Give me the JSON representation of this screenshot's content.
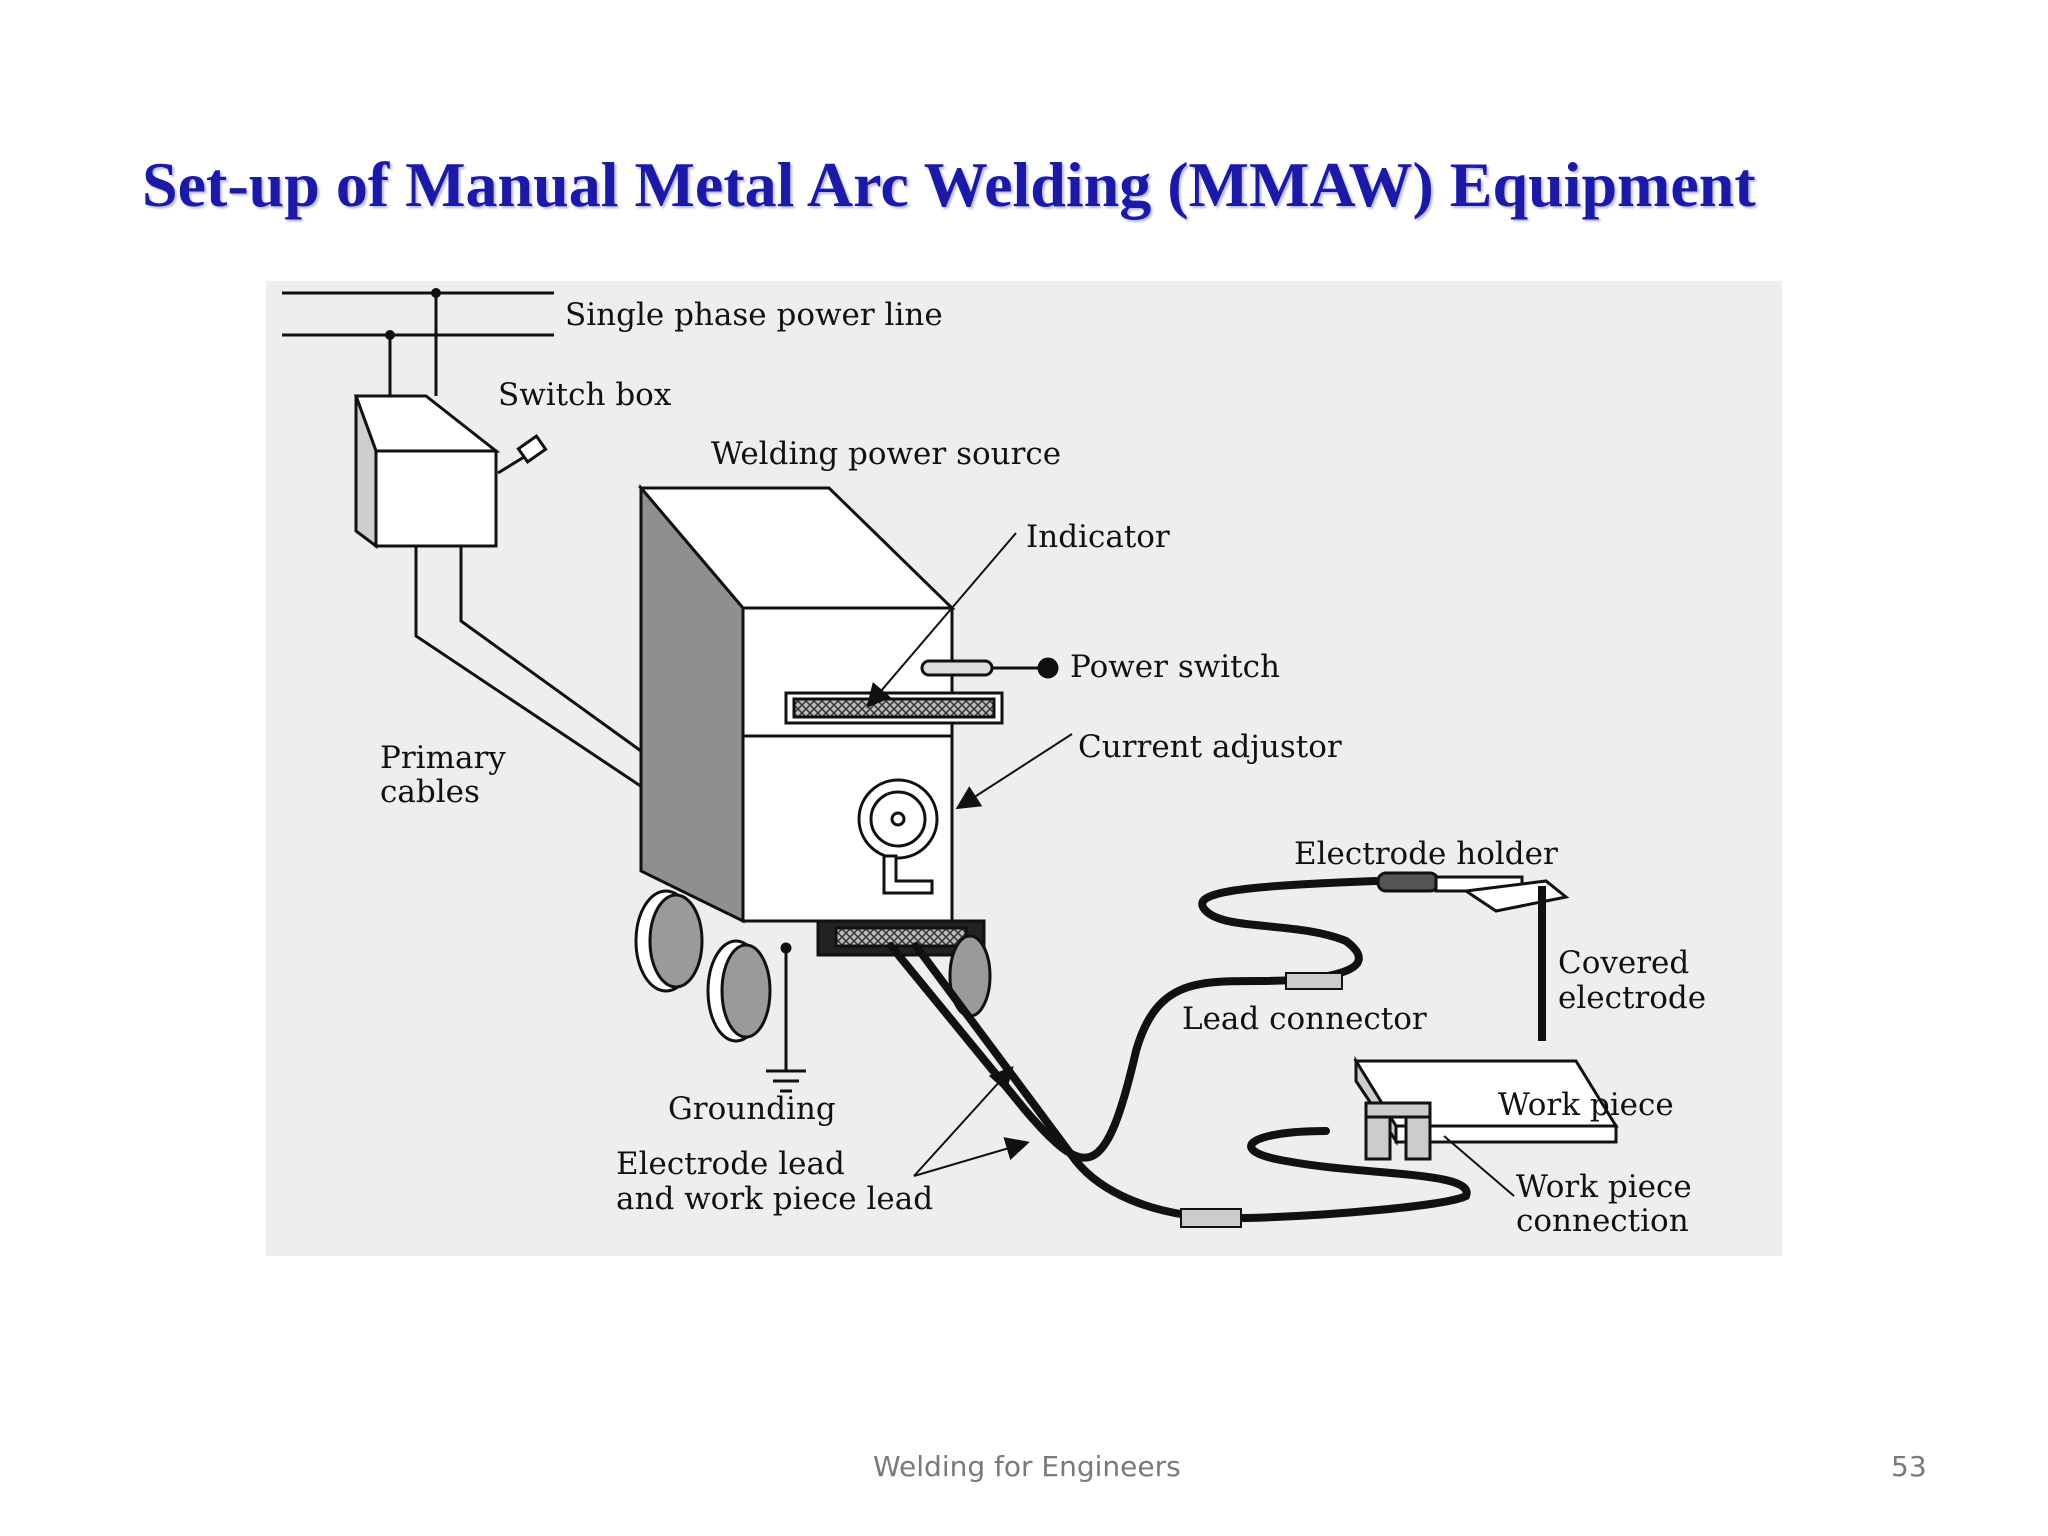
{
  "slide": {
    "title": "Set-up of Manual Metal Arc Welding (MMAW) Equipment",
    "footer_text": "Welding for Engineers",
    "page_number": "53"
  },
  "diagram": {
    "labels": {
      "single_phase_power_line": "Single phase power line",
      "switch_box": "Switch box",
      "welding_power_source": "Welding power source",
      "indicator": "Indicator",
      "power_switch": "Power switch",
      "current_adjustor": "Current adjustor",
      "primary_cables_1": "Primary",
      "primary_cables_2": "cables",
      "electrode_holder": "Electrode holder",
      "covered_electrode_1": "Covered",
      "covered_electrode_2": "electrode",
      "lead_connector": "Lead connector",
      "work_piece": "Work piece",
      "grounding": "Grounding",
      "electrode_lead_1": "Electrode lead",
      "electrode_lead_2": "and work piece lead",
      "work_piece_connection_1": "Work piece",
      "work_piece_connection_2": "connection"
    }
  },
  "colors": {
    "title": "#1a1aa6",
    "figure_background": "#eeeeee",
    "footer": "#7a7a7a"
  }
}
